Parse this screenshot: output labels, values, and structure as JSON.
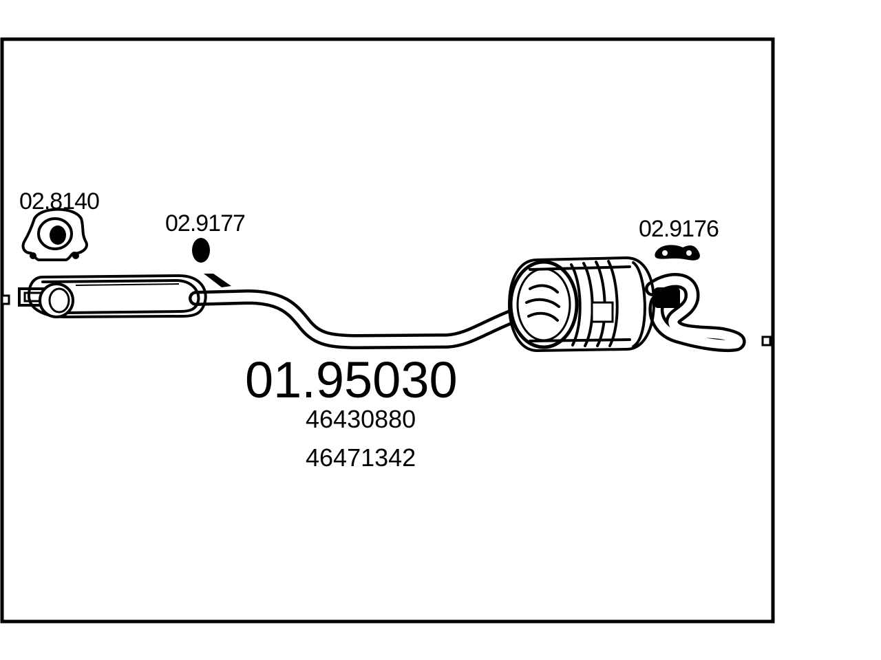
{
  "diagram": {
    "main_part_number": "01.95030",
    "oe_numbers": [
      "46430880",
      "46471342"
    ],
    "parts": [
      {
        "number": "02.8140"
      },
      {
        "number": "02.9177"
      },
      {
        "number": "02.9176"
      }
    ]
  }
}
